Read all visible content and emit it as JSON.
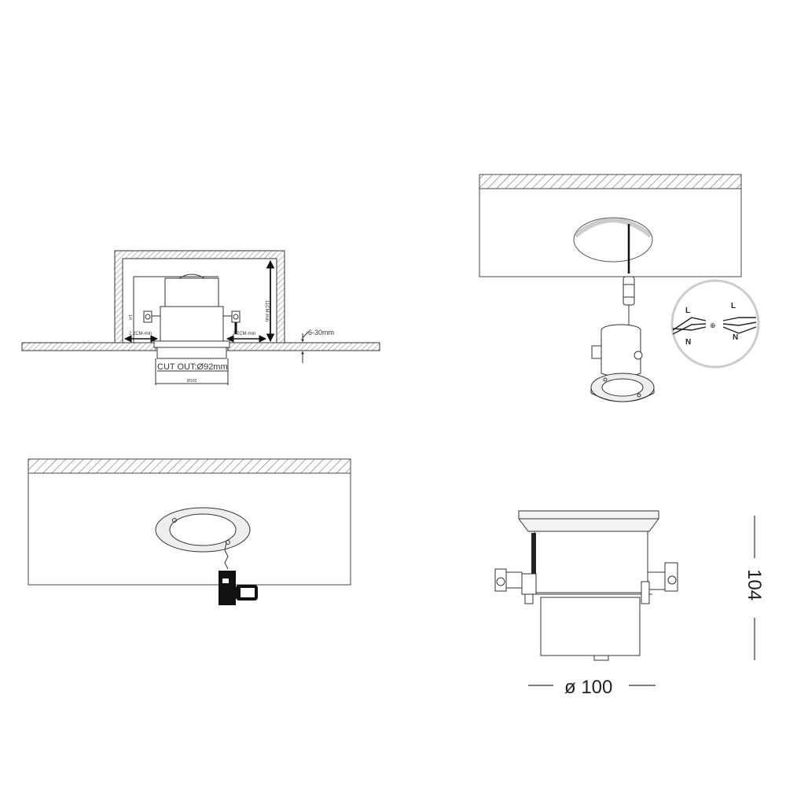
{
  "section_view": {
    "cut_out": "CUT OUT:Ø92mm",
    "diameter": "Ø100",
    "height": "11CM-min",
    "clearance_left": "2.2CM-min",
    "clearance_right": "2.2CM-min",
    "ceiling_thickness": "6-30mm",
    "small_label": "1/4"
  },
  "wiring": {
    "l_left": "L",
    "l_right": "L",
    "n_left": "N",
    "n_right": "N",
    "earth": "⊕"
  },
  "dimensions": {
    "diameter": "ø 100",
    "height": "104"
  }
}
